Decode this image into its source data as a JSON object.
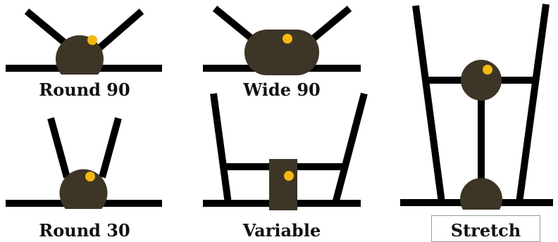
{
  "colors": {
    "line": "#000000",
    "body": "#3d3526",
    "eye": "#f5b80b",
    "label_text": "#111111",
    "label_border": "#9a9a9a"
  },
  "panels": [
    {
      "id": "round-90",
      "label": "Round 90"
    },
    {
      "id": "wide-90",
      "label": "Wide 90"
    },
    {
      "id": "round-30",
      "label": "Round 30"
    },
    {
      "id": "variable",
      "label": "Variable"
    },
    {
      "id": "stretch",
      "label": "Stretch",
      "boxed": true
    }
  ]
}
